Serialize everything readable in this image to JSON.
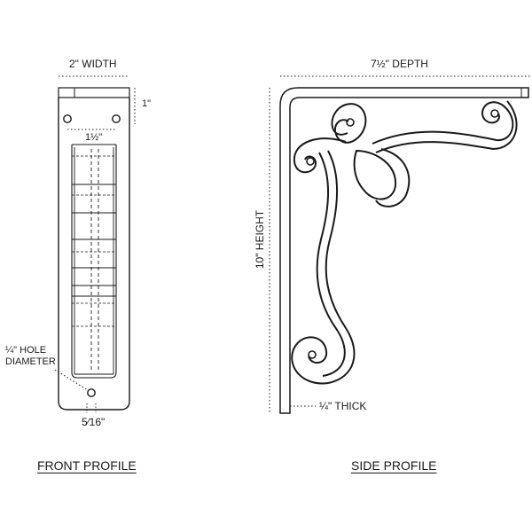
{
  "front_profile": {
    "width_label": "2\" WIDTH",
    "top_offset_label": "1\"",
    "hole_spacing_label": "1½\"",
    "hole_label_line1": "¼\" HOLE",
    "hole_label_line2": "DIAMETER",
    "bottom_hole_offset_label": "5⁄16\"",
    "title": "FRONT PROFILE"
  },
  "side_profile": {
    "depth_label": "7½\" DEPTH",
    "height_label": "10\" HEIGHT",
    "thickness_label": "¼\" THICK",
    "title": "SIDE PROFILE"
  }
}
